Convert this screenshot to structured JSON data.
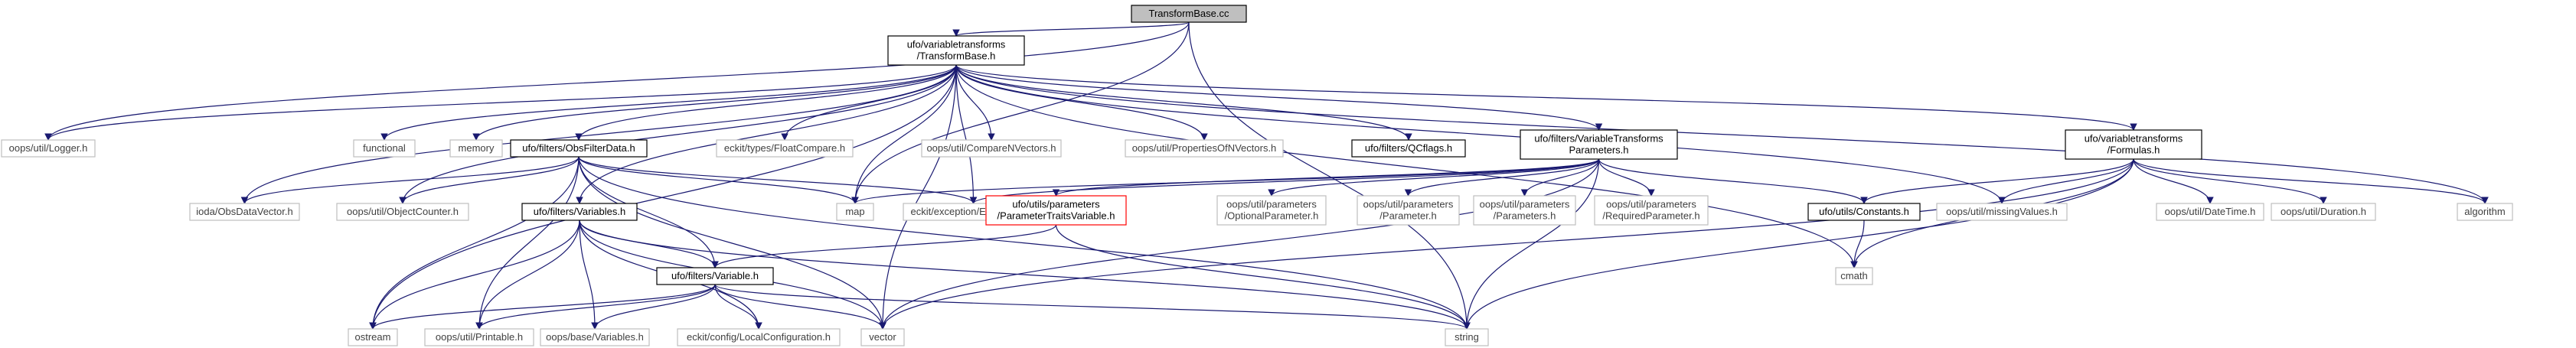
{
  "colors": {
    "edge": "#191970",
    "root_fill": "#bfbfbf",
    "local_border": "#000000",
    "system_border": "#bfbfbf",
    "highlight_border": "#ff0000",
    "system_text": "#404040"
  },
  "nodes": [
    {
      "id": "root",
      "lines": [
        "TransformBase.cc"
      ],
      "kind": "root"
    },
    {
      "id": "tb",
      "lines": [
        "ufo/variabletransforms",
        "/TransformBase.h"
      ],
      "kind": "local"
    },
    {
      "id": "logger",
      "lines": [
        "oops/util/Logger.h"
      ],
      "kind": "system"
    },
    {
      "id": "functional",
      "lines": [
        "functional"
      ],
      "kind": "system"
    },
    {
      "id": "memory",
      "lines": [
        "memory"
      ],
      "kind": "system"
    },
    {
      "id": "obsfilterdata",
      "lines": [
        "ufo/filters/ObsFilterData.h"
      ],
      "kind": "local"
    },
    {
      "id": "floatcompare",
      "lines": [
        "eckit/types/FloatCompare.h"
      ],
      "kind": "system"
    },
    {
      "id": "comparenvectors",
      "lines": [
        "oops/util/CompareNVectors.h"
      ],
      "kind": "system"
    },
    {
      "id": "propertiesofnvectors",
      "lines": [
        "oops/util/PropertiesOfNVectors.h"
      ],
      "kind": "system"
    },
    {
      "id": "qcflags",
      "lines": [
        "ufo/filters/QCflags.h"
      ],
      "kind": "local"
    },
    {
      "id": "vtparams",
      "lines": [
        "ufo/filters/VariableTransforms",
        "Parameters.h"
      ],
      "kind": "local"
    },
    {
      "id": "formulas",
      "lines": [
        "ufo/variabletransforms",
        "/Formulas.h"
      ],
      "kind": "local"
    },
    {
      "id": "iodaobsdatavector",
      "lines": [
        "ioda/ObsDataVector.h"
      ],
      "kind": "system"
    },
    {
      "id": "objectcounter",
      "lines": [
        "oops/util/ObjectCounter.h"
      ],
      "kind": "system"
    },
    {
      "id": "variables",
      "lines": [
        "ufo/filters/Variables.h"
      ],
      "kind": "local"
    },
    {
      "id": "map",
      "lines": [
        "map"
      ],
      "kind": "system"
    },
    {
      "id": "exceptions",
      "lines": [
        "eckit/exception/Exceptions.h"
      ],
      "kind": "system"
    },
    {
      "id": "paramtraits",
      "lines": [
        "ufo/utils/parameters",
        "/ParameterTraitsVariable.h"
      ],
      "kind": "highlight"
    },
    {
      "id": "optionalparam",
      "lines": [
        "oops/util/parameters",
        "/OptionalParameter.h"
      ],
      "kind": "system"
    },
    {
      "id": "parameter",
      "lines": [
        "oops/util/parameters",
        "/Parameter.h"
      ],
      "kind": "system"
    },
    {
      "id": "parameters",
      "lines": [
        "oops/util/parameters",
        "/Parameters.h"
      ],
      "kind": "system"
    },
    {
      "id": "requiredparam",
      "lines": [
        "oops/util/parameters",
        "/RequiredParameter.h"
      ],
      "kind": "system"
    },
    {
      "id": "constants",
      "lines": [
        "ufo/utils/Constants.h"
      ],
      "kind": "local"
    },
    {
      "id": "missingvalues",
      "lines": [
        "oops/util/missingValues.h"
      ],
      "kind": "system"
    },
    {
      "id": "datetime",
      "lines": [
        "oops/util/DateTime.h"
      ],
      "kind": "system"
    },
    {
      "id": "duration",
      "lines": [
        "oops/util/Duration.h"
      ],
      "kind": "system"
    },
    {
      "id": "algorithm",
      "lines": [
        "algorithm"
      ],
      "kind": "system"
    },
    {
      "id": "variable",
      "lines": [
        "ufo/filters/Variable.h"
      ],
      "kind": "local"
    },
    {
      "id": "cmath",
      "lines": [
        "cmath"
      ],
      "kind": "system"
    },
    {
      "id": "ostream",
      "lines": [
        "ostream"
      ],
      "kind": "system"
    },
    {
      "id": "printable",
      "lines": [
        "oops/util/Printable.h"
      ],
      "kind": "system"
    },
    {
      "id": "oopsvariables",
      "lines": [
        "oops/base/Variables.h"
      ],
      "kind": "system"
    },
    {
      "id": "localconfig",
      "lines": [
        "eckit/config/LocalConfiguration.h"
      ],
      "kind": "system"
    },
    {
      "id": "vector",
      "lines": [
        "vector"
      ],
      "kind": "system"
    },
    {
      "id": "string",
      "lines": [
        "string"
      ],
      "kind": "system"
    }
  ],
  "edges": [
    [
      "root",
      "tb"
    ],
    [
      "root",
      "logger"
    ],
    [
      "root",
      "map"
    ],
    [
      "root",
      "string"
    ],
    [
      "tb",
      "logger"
    ],
    [
      "tb",
      "functional"
    ],
    [
      "tb",
      "memory"
    ],
    [
      "tb",
      "obsfilterdata"
    ],
    [
      "tb",
      "floatcompare"
    ],
    [
      "tb",
      "comparenvectors"
    ],
    [
      "tb",
      "propertiesofnvectors"
    ],
    [
      "tb",
      "qcflags"
    ],
    [
      "tb",
      "vtparams"
    ],
    [
      "tb",
      "formulas"
    ],
    [
      "tb",
      "iodaobsdatavector"
    ],
    [
      "tb",
      "objectcounter"
    ],
    [
      "tb",
      "variables"
    ],
    [
      "tb",
      "map"
    ],
    [
      "tb",
      "exceptions"
    ],
    [
      "tb",
      "missingvalues"
    ],
    [
      "tb",
      "algorithm"
    ],
    [
      "tb",
      "cmath"
    ],
    [
      "tb",
      "ostream"
    ],
    [
      "tb",
      "vector"
    ],
    [
      "obsfilterdata",
      "iodaobsdatavector"
    ],
    [
      "obsfilterdata",
      "objectcounter"
    ],
    [
      "obsfilterdata",
      "map"
    ],
    [
      "obsfilterdata",
      "exceptions"
    ],
    [
      "obsfilterdata",
      "variable"
    ],
    [
      "obsfilterdata",
      "ostream"
    ],
    [
      "obsfilterdata",
      "printable"
    ],
    [
      "obsfilterdata",
      "vector"
    ],
    [
      "obsfilterdata",
      "string"
    ],
    [
      "vtparams",
      "map"
    ],
    [
      "vtparams",
      "exceptions"
    ],
    [
      "vtparams",
      "paramtraits"
    ],
    [
      "vtparams",
      "optionalparam"
    ],
    [
      "vtparams",
      "parameter"
    ],
    [
      "vtparams",
      "parameters"
    ],
    [
      "vtparams",
      "requiredparam"
    ],
    [
      "vtparams",
      "constants"
    ],
    [
      "vtparams",
      "vector"
    ],
    [
      "vtparams",
      "string"
    ],
    [
      "formulas",
      "constants"
    ],
    [
      "formulas",
      "missingvalues"
    ],
    [
      "formulas",
      "datetime"
    ],
    [
      "formulas",
      "duration"
    ],
    [
      "formulas",
      "algorithm"
    ],
    [
      "formulas",
      "cmath"
    ],
    [
      "formulas",
      "vector"
    ],
    [
      "formulas",
      "string"
    ],
    [
      "variables",
      "variable"
    ],
    [
      "variables",
      "ostream"
    ],
    [
      "variables",
      "printable"
    ],
    [
      "variables",
      "oopsvariables"
    ],
    [
      "variables",
      "localconfig"
    ],
    [
      "variables",
      "vector"
    ],
    [
      "variables",
      "string"
    ],
    [
      "paramtraits",
      "variable"
    ],
    [
      "paramtraits",
      "string"
    ],
    [
      "constants",
      "cmath"
    ],
    [
      "variable",
      "ostream"
    ],
    [
      "variable",
      "printable"
    ],
    [
      "variable",
      "oopsvariables"
    ],
    [
      "variable",
      "localconfig"
    ],
    [
      "variable",
      "vector"
    ],
    [
      "variable",
      "string"
    ]
  ]
}
